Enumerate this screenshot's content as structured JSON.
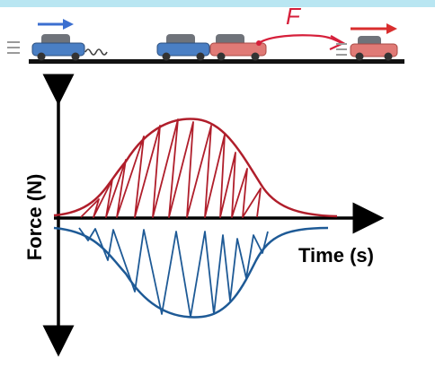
{
  "diagram": {
    "top_annotation": "F",
    "y_axis_label": "Force (N)",
    "x_axis_label": "Time (s)",
    "colors": {
      "frame_band": "#b9e6f2",
      "track": "#111111",
      "blue_cart": "#4a7fc4",
      "blue_cart_top": "#6f737a",
      "red_cart": "#e07a76",
      "red_cart_top": "#6f737a",
      "blue_arrow": "#3b6fd0",
      "red_arrow": "#d92e2e",
      "red_ink": "#b01e2b",
      "blue_ink": "#1e5a96",
      "axis": "#000000"
    },
    "icons": [
      "right-arrow-icon",
      "spring-icon",
      "motion-lines-icon",
      "cart-icon"
    ]
  }
}
